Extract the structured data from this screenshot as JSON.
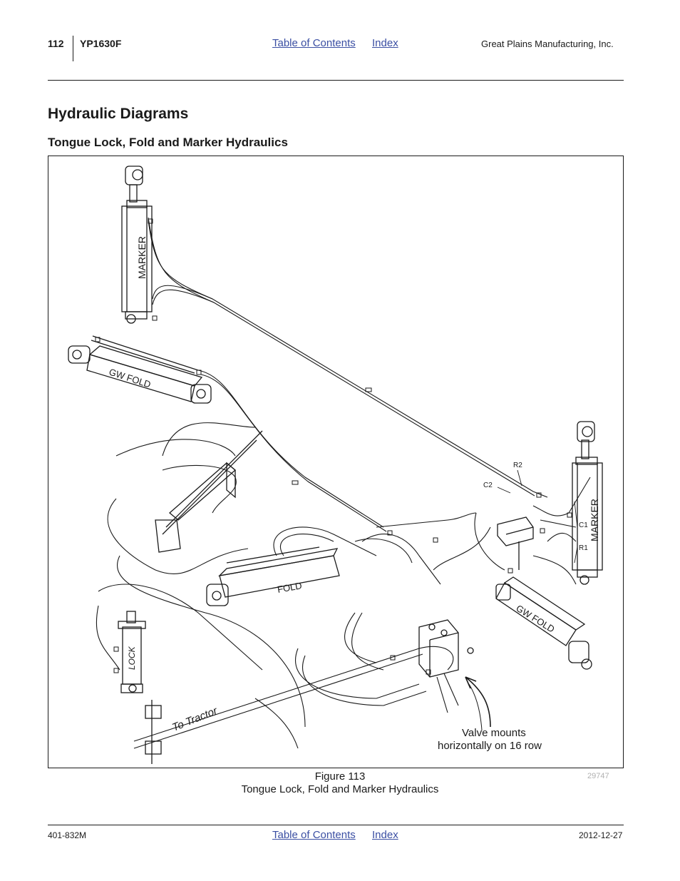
{
  "header": {
    "page_number": "112",
    "model": "YP1630F",
    "toc_link": "Table of Contents",
    "index_link": "Index",
    "company": "Great Plains Manufacturing, Inc."
  },
  "section": {
    "title": "Hydraulic Diagrams",
    "subtitle": "Tongue Lock, Fold and Marker Hydraulics"
  },
  "figure": {
    "labels": {
      "marker_top": "MARKER",
      "gw_fold_left": "GW FOLD",
      "fold_center": "FOLD",
      "lock": "LOCK",
      "to_tractor": "To Tractor",
      "marker_right": "MARKER",
      "gw_fold_right": "GW FOLD",
      "r2": "R2",
      "c2": "C2",
      "c1": "C1",
      "r1": "R1",
      "valve_note_1": "Valve mounts",
      "valve_note_2": "horizontally on 16 row"
    },
    "number": "Figure 113",
    "caption": "Tongue Lock, Fold and Marker Hydraulics",
    "image_id": "29747"
  },
  "footer": {
    "doc_number": "401-832M",
    "toc_link": "Table of Contents",
    "index_link": "Index",
    "date": "2012-12-27"
  }
}
